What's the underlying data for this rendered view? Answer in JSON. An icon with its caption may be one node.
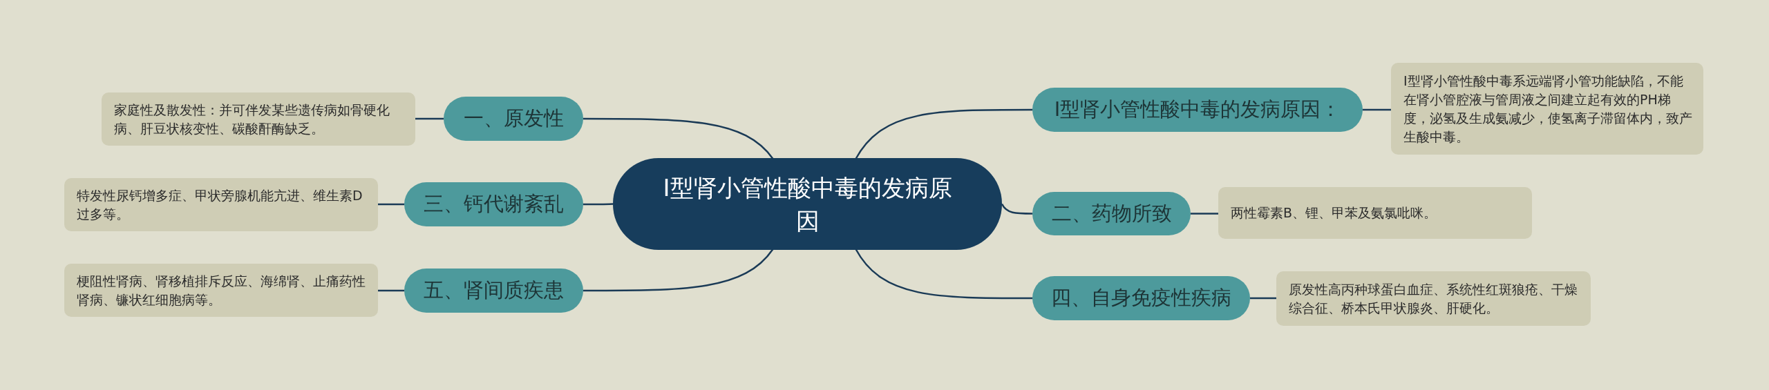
{
  "diagram": {
    "nodes": [
      {
        "text": [
          "Ⅰ型肾小管性酸中毒的发病原因"
        ]
      },
      {
        "text": [
          "一、原发性"
        ]
      },
      {
        "text": [
          "家庭性及散发性：并可伴发某些遗传病如骨硬化病、肝豆状核变性、碳酸酐酶缺乏。"
        ]
      },
      {
        "text": [
          "三、钙代谢紊乱"
        ]
      },
      {
        "text": [
          "特发性尿钙增多症、甲状旁腺机能亢进、维生素D过多等。"
        ]
      },
      {
        "text": [
          "五、肾间质疾患"
        ]
      },
      {
        "text": [
          "梗阻性肾病、肾移植排斥反应、海绵肾、止痛药性肾病、镰状红细胞病等。"
        ]
      },
      {
        "text": [
          "Ⅰ型肾小管性酸中毒的发病原因："
        ]
      },
      {
        "text": [
          "Ⅰ型肾小管性酸中毒系远端肾小管功能缺陷，不能在肾小管腔液与管周液之间建立起有效的PH梯度，泌氢及生成氨减少，使氢离子滞留体内，致产生酸中毒。"
        ]
      },
      {
        "text": [
          "二、药物所致"
        ]
      },
      {
        "text": [
          "两性霉素B、锂、甲苯及氨氯吡咪。"
        ]
      },
      {
        "text": [
          "四、自身免疫性疾病"
        ]
      },
      {
        "text": [
          "原发性高丙种球蛋白血症、系统性红斑狼疮、干燥综合征、桥本氏甲状腺炎、肝硬化。"
        ]
      }
    ],
    "edges": [
      {
        "from": 0,
        "to": 1,
        "arrow": "none"
      },
      {
        "from": 1,
        "to": 2,
        "arrow": "none"
      },
      {
        "from": 0,
        "to": 3,
        "arrow": "none"
      },
      {
        "from": 3,
        "to": 4,
        "arrow": "none"
      },
      {
        "from": 0,
        "to": 5,
        "arrow": "none"
      },
      {
        "from": 5,
        "to": 6,
        "arrow": "none"
      },
      {
        "from": 0,
        "to": 7,
        "arrow": "none"
      },
      {
        "from": 7,
        "to": 8,
        "arrow": "none"
      },
      {
        "from": 0,
        "to": 9,
        "arrow": "none"
      },
      {
        "from": 9,
        "to": 10,
        "arrow": "none"
      },
      {
        "from": 0,
        "to": 11,
        "arrow": "none"
      },
      {
        "from": 11,
        "to": 12,
        "arrow": "none"
      }
    ]
  }
}
